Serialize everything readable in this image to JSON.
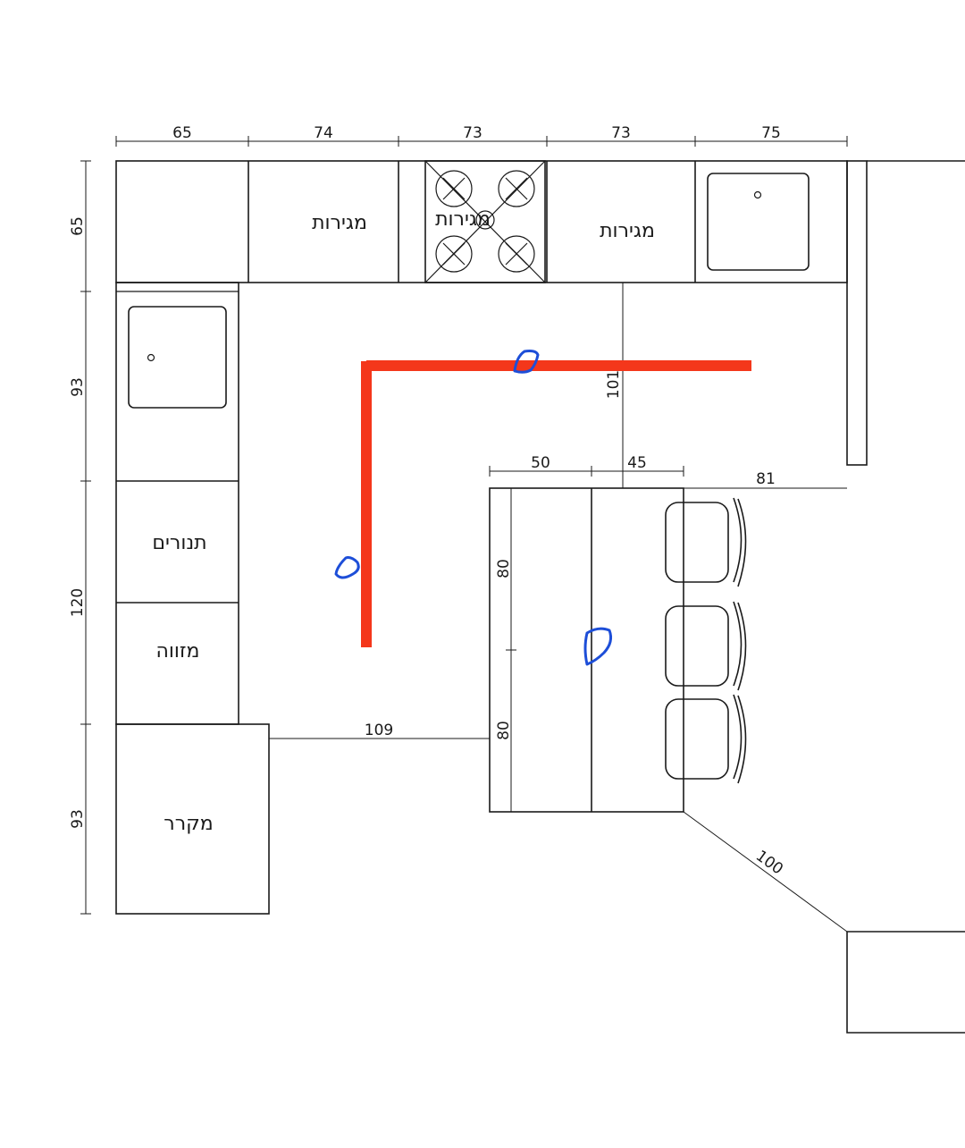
{
  "dimensions": {
    "top": [
      "65",
      "74",
      "73",
      "73",
      "75"
    ],
    "left": [
      "65",
      "93",
      "120",
      "93"
    ],
    "gap_to_island": "101",
    "island_top_1": "50",
    "island_top_2": "45",
    "island_to_wall": "81",
    "island_side_1": "80",
    "island_side_2": "80",
    "fridge_to_island": "109",
    "diagonal": "100"
  },
  "labels": {
    "drawers_1": "מגירות",
    "drawers_2": "מגירות",
    "drawers_3": "מגירות",
    "ovens": "תנורים",
    "pantry": "מזווה",
    "fridge": "מקרר"
  },
  "colors": {
    "line": "#1a1a1a",
    "red_marker": "#f4371b",
    "blue_marker": "#1d4ed8"
  }
}
